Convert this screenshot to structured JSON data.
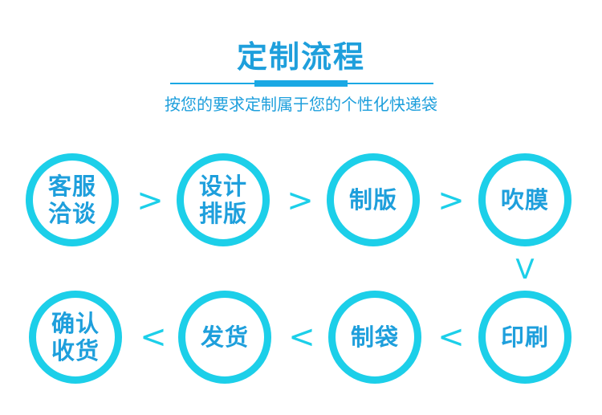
{
  "header": {
    "title": "定制流程",
    "subtitle": "按您的要求定制属于您的个性化快递袋"
  },
  "steps": [
    {
      "label": "客服\n洽谈"
    },
    {
      "label": "设计\n排版"
    },
    {
      "label": "制版"
    },
    {
      "label": "吹膜"
    },
    {
      "label": "印刷"
    },
    {
      "label": "制袋"
    },
    {
      "label": "发货"
    },
    {
      "label": "确认\n收货"
    }
  ],
  "arrows": {
    "right": ">",
    "left": "<",
    "down": "V"
  },
  "colors": {
    "title": "#1e9fdc",
    "circle_border": "#1ccfe9",
    "rule": "#1aa8e4"
  }
}
